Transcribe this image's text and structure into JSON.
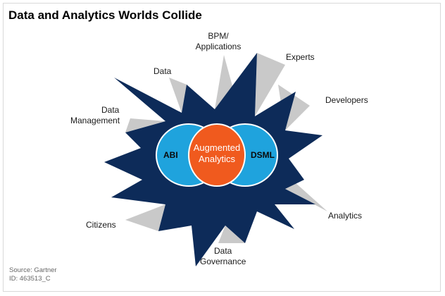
{
  "title": "Data and Analytics Worlds Collide",
  "colors": {
    "star": "#0d2b59",
    "spikes": "#c9c9c9",
    "outer_ovals": "#1fa3dd",
    "center_oval": "#f05a1e",
    "oval_outline": "#ffffff"
  },
  "center": {
    "left_label": "ABI",
    "right_label": "DSML",
    "middle_line1": "Augmented",
    "middle_line2": "Analytics"
  },
  "labels": {
    "bpm_line1": "BPM/",
    "bpm_line2": "Applications",
    "experts": "Experts",
    "data": "Data",
    "developers": "Developers",
    "data_management_line1": "Data",
    "data_management_line2": "Management",
    "analytics": "Analytics",
    "citizens": "Citizens",
    "data_governance_line1": "Data",
    "data_governance_line2": "Governance"
  },
  "footer": {
    "source": "Source: Gartner",
    "id": "ID: 463513_C"
  }
}
